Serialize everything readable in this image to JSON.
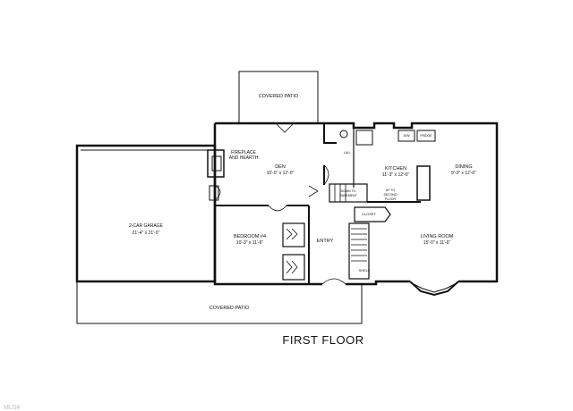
{
  "title": "FIRST FLOOR",
  "watermark": "MLS#",
  "rooms": {
    "covered_patio_top": "COVERED PATIO",
    "den_name": "DEN",
    "den_dim": "16'-0\" x 12'-0\"",
    "fireplace_line1": "FIREPLACE",
    "fireplace_line2": "AND HEARTH",
    "kitchen_name": "KITCHEN",
    "kitchen_dim": "11'-3\" x 12'-0\"",
    "dining_name": "DINING",
    "dining_dim": "9'-3\" x 12'-6\"",
    "garage_name": "2-CAR GARAGE",
    "garage_dim": "21'-4\" x 21'-0\"",
    "bedroom_name": "BEDROOM #4",
    "bedroom_dim": "10'-3\" x 11'-6\"",
    "entry_name": "ENTRY",
    "living_name": "LIVING ROOM",
    "living_dim": "15'-0\" x 11'-6\"",
    "covered_patio_bottom": "COVERED PATIO",
    "down_line1": "DOWN TO",
    "down_line2": "BASEMENT",
    "up_line1": "UP TO",
    "up_line2": "SECOND",
    "up_line3": "FLOOR",
    "closet": "CLOSET",
    "shelf": "SHELF",
    "dw": "D/W",
    "fridge": "FRIDGE",
    "laundry": "LAU."
  }
}
